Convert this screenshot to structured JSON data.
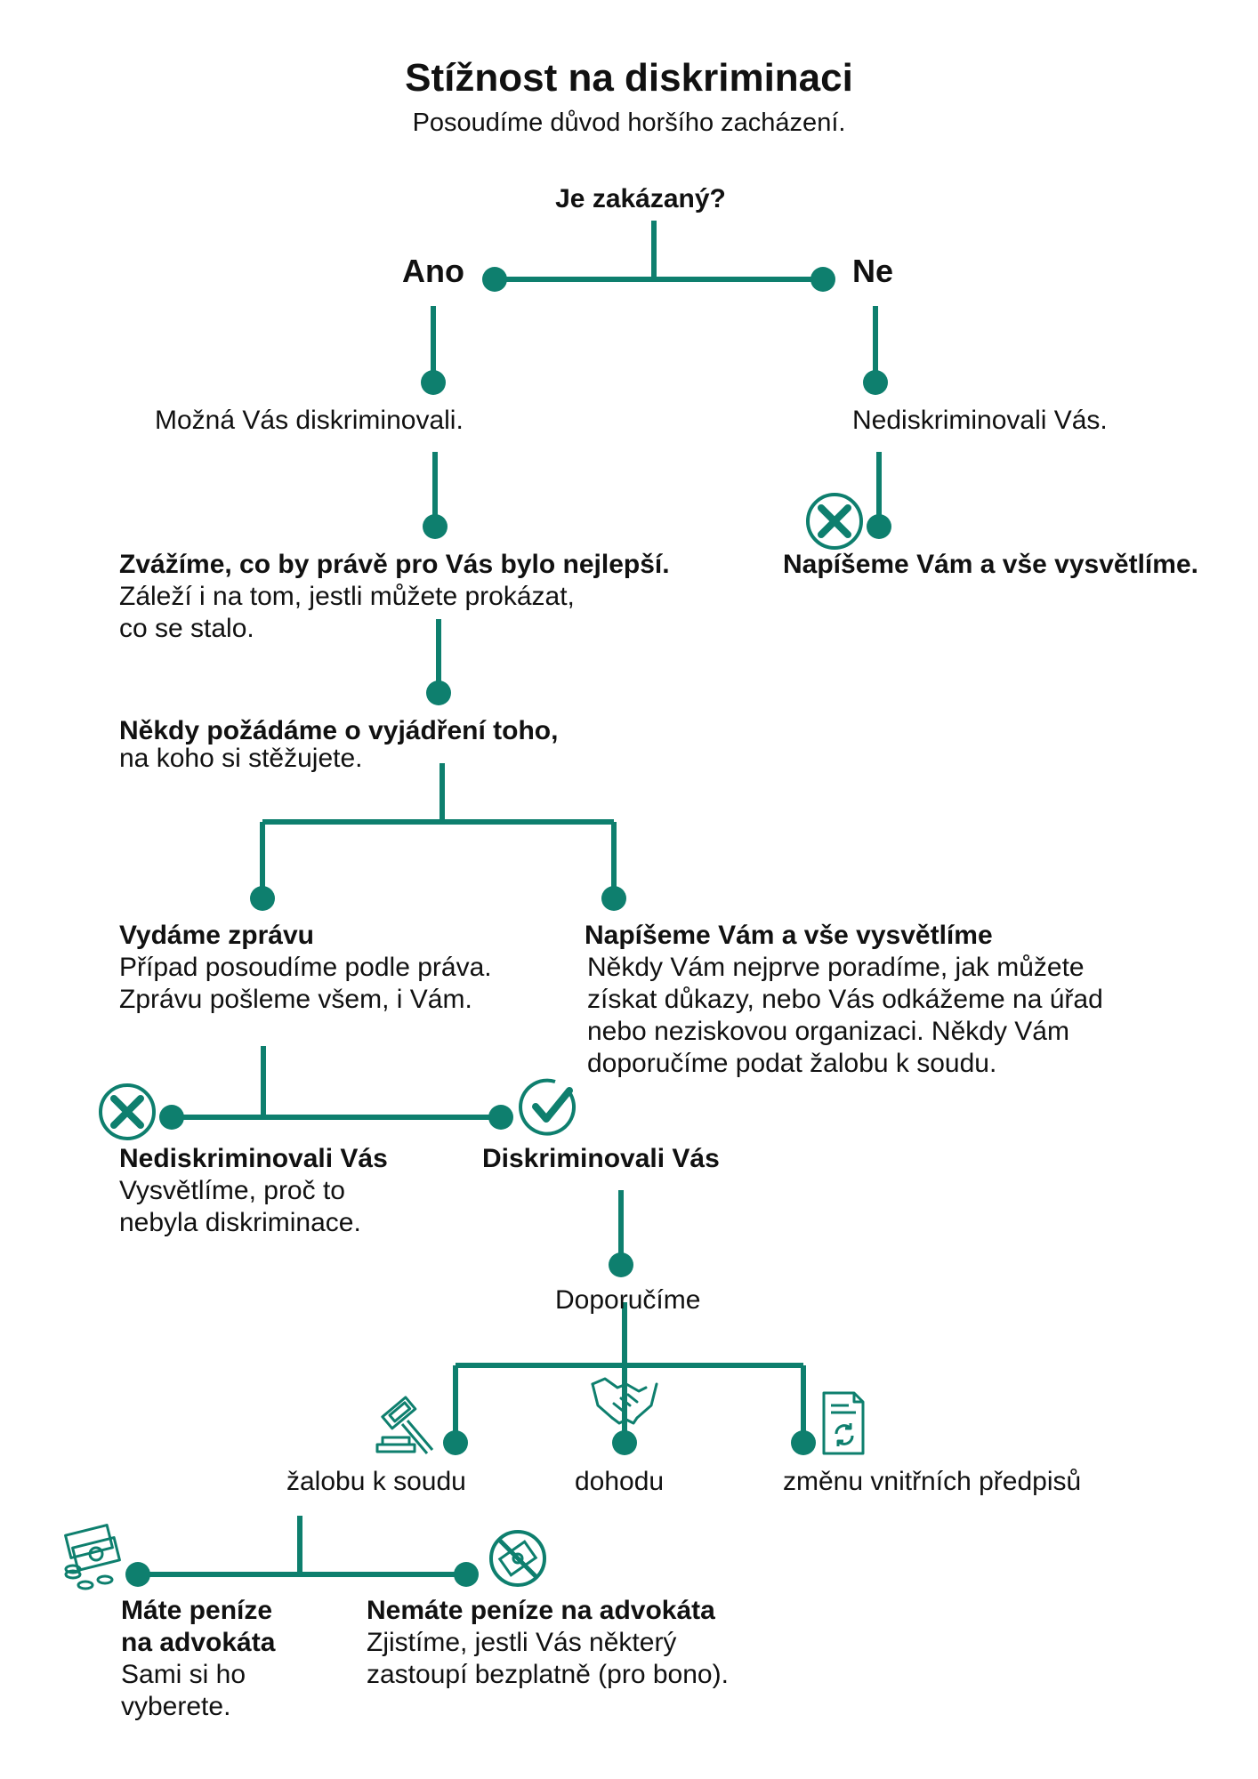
{
  "colors": {
    "accent": "#0e7f6e",
    "text": "#111111",
    "background": "#ffffff"
  },
  "title": "Stížnost na diskriminaci",
  "subtitle": "Posoudíme důvod horšího zacházení.",
  "question": "Je zakázaný?",
  "branch_yes": "Ano",
  "branch_no": "Ne",
  "yes_result": "Možná Vás diskriminovali.",
  "no_result": "Nediskriminovali Vás.",
  "no_final": "Napíšeme Vám a vše vysvětlíme.",
  "consider": {
    "title": "Zvážíme, co by právě pro Vás bylo nejlepší.",
    "line1": "Záleží i na tom, jestli můžete prokázat,",
    "line2": "co se stalo."
  },
  "request": {
    "title": "Někdy požádáme o vyjádření toho,",
    "line1": "na koho si stěžujete."
  },
  "report": {
    "title": "Vydáme zprávu",
    "line1": "Případ posoudíme podle práva.",
    "line2": "Zprávu pošleme všem, i Vám."
  },
  "explain": {
    "title": "Napíšeme Vám a vše vysvětlíme",
    "line1": "Někdy Vám nejprve poradíme, jak můžete",
    "line2": "získat důkazy, nebo Vás odkážeme na úřad",
    "line3": "nebo neziskovou organizaci. Někdy Vám",
    "line4": "doporučíme podat žalobu k soudu."
  },
  "not_discriminated": {
    "title": "Nediskriminovali Vás",
    "line1": "Vysvětlíme, proč to",
    "line2": "nebyla diskriminace."
  },
  "discriminated": {
    "title": "Diskriminovali Vás"
  },
  "recommend": "Doporučíme",
  "options": {
    "lawsuit": "žalobu k soudu",
    "agreement": "dohodu",
    "rules_change": "změnu vnitřních předpisů"
  },
  "money": {
    "title_line1": "Máte peníze",
    "title_line2": "na advokáta",
    "line1": "Sami si ho",
    "line2": "vyberete."
  },
  "no_money": {
    "title": "Nemáte peníze na advokáta",
    "line1": "Zjistíme, jestli Vás některý",
    "line2": "zastoupí bezplatně (pro bono)."
  },
  "icons": {
    "reject_1": "cross-circle-icon",
    "reject_2": "cross-circle-icon",
    "approve": "check-circle-icon",
    "lawsuit": "gavel-icon",
    "agreement": "handshake-icon",
    "rules_change": "document-refresh-icon",
    "money": "money-icon",
    "no_money": "no-money-icon"
  }
}
